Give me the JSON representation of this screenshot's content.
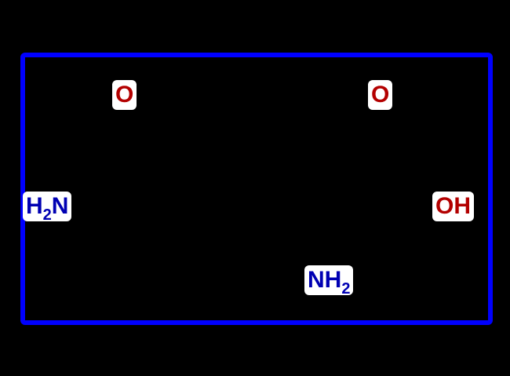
{
  "colors": {
    "background": "#000000",
    "frame": "#0000ff",
    "oxygen": "#b30000",
    "nitrogen": "#0000b3",
    "label_bg": "#ffffff"
  },
  "atoms": {
    "o_left": "O",
    "o_right": "O",
    "amine_left": {
      "main": "H",
      "sub": "2",
      "tail": "N"
    },
    "hydroxyl": "OH",
    "amine_bottom": {
      "main": "NH",
      "sub": "2"
    }
  }
}
